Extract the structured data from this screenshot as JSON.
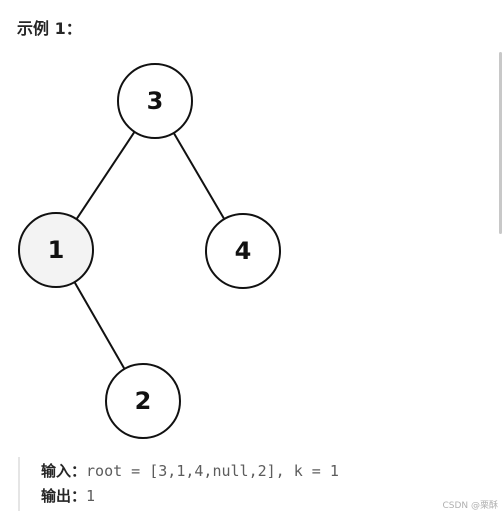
{
  "example": {
    "title": "示例 1："
  },
  "tree": {
    "nodes": [
      {
        "id": "n3",
        "label": "3",
        "fill": "#ffffff"
      },
      {
        "id": "n1",
        "label": "1",
        "fill": "#f3f3f3"
      },
      {
        "id": "n4",
        "label": "4",
        "fill": "#ffffff"
      },
      {
        "id": "n2",
        "label": "2",
        "fill": "#ffffff"
      }
    ],
    "edges": [
      {
        "from": "n3",
        "to": "n1"
      },
      {
        "from": "n3",
        "to": "n4"
      },
      {
        "from": "n1",
        "to": "n2"
      }
    ]
  },
  "io": {
    "input_label": "输入：",
    "input_value": "root = [3,1,4,null,2], k = 1",
    "output_label": "输出：",
    "output_value": "1"
  },
  "watermark": "CSDN @栗酥"
}
